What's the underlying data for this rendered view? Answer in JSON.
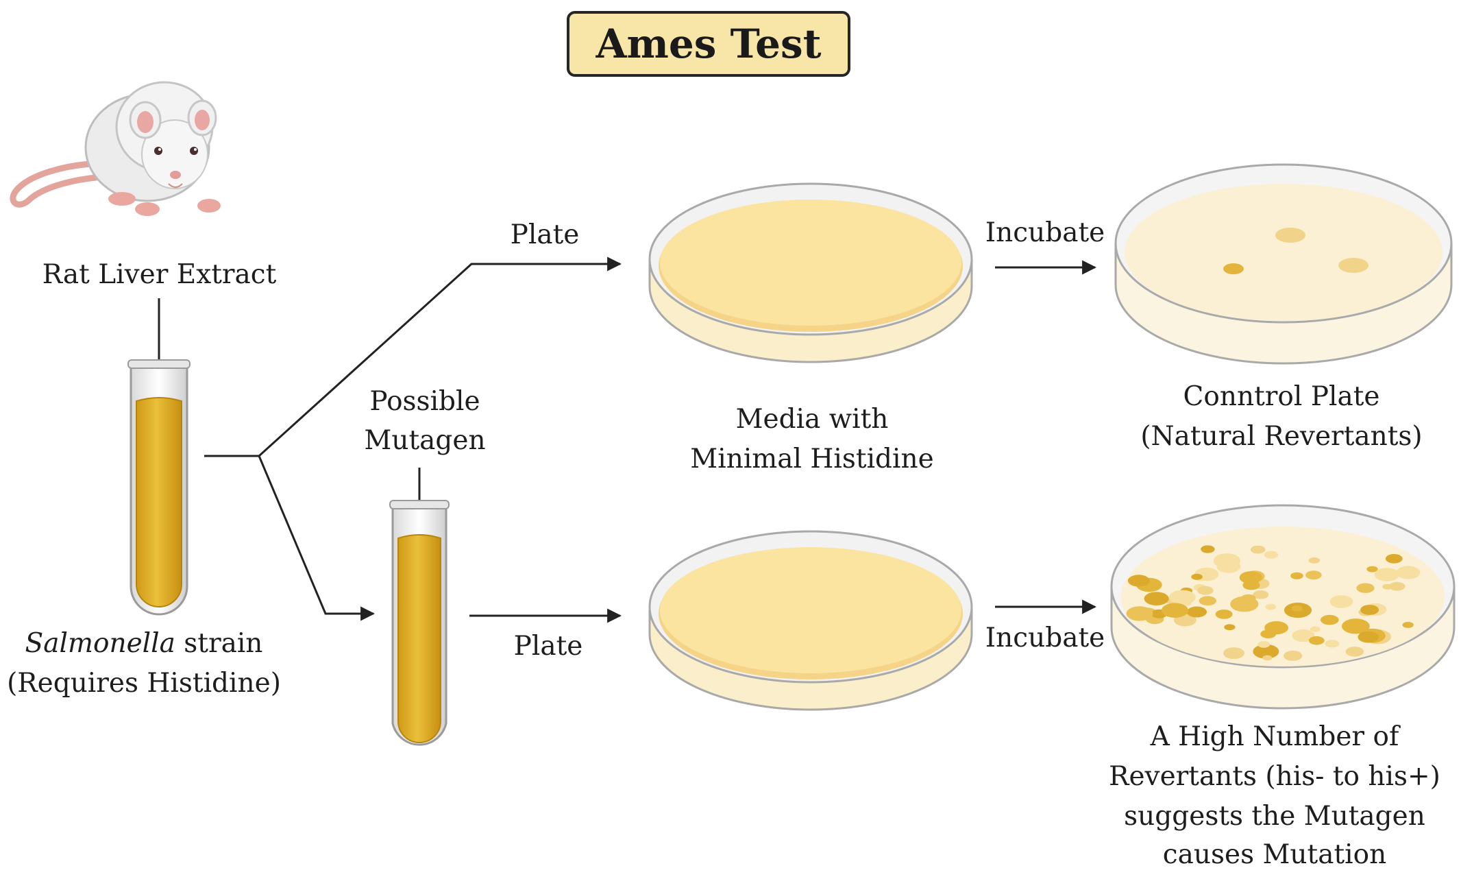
{
  "title": "Ames Test",
  "labels": {
    "rat_liver_extract": "Rat Liver Extract",
    "salmonella_italic": "Salmonella",
    "salmonella_rest": " strain",
    "requires_histidine": "(Requires Histidine)",
    "possible": "Possible",
    "mutagen": "Mutagen",
    "plate_top": "Plate",
    "plate_bottom": "Plate",
    "media_line1": "Media with",
    "media_line2": "Minimal Histidine",
    "incubate_top": "Incubate",
    "incubate_bottom": "Incubate",
    "control_line1": "Conntrol Plate",
    "control_line2": "(Natural Revertants)",
    "result_line1": "A High Number of",
    "result_line2": "Revertants (his- to his+)",
    "result_line3": "suggests the Mutagen",
    "result_line4": "causes Mutation"
  },
  "colors": {
    "title_fill": "#f8e5a8",
    "broth": "#e4b52e",
    "agar": "#f9df9a",
    "agar_light": "#fbf1d6",
    "colony": "#e6c25a",
    "arrow": "#222222"
  },
  "icons": [
    "rat-icon",
    "test-tube-icon",
    "petri-dish-icon",
    "arrow-icon"
  ]
}
